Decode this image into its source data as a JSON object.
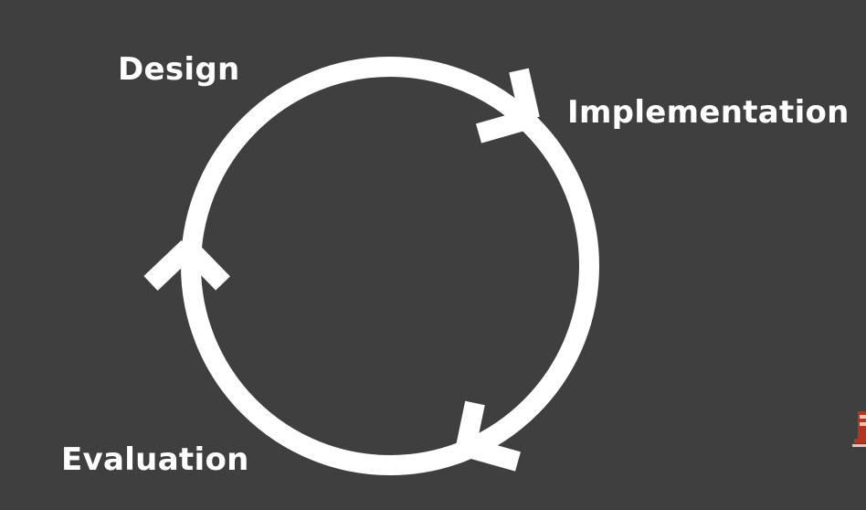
{
  "diagram": {
    "stages": [
      {
        "label": "Design"
      },
      {
        "label": "Implementation"
      },
      {
        "label": "Evaluation"
      }
    ],
    "colors": {
      "background": "#3f3f3f",
      "foreground": "#ffffff",
      "logo_accent": "#b5341f"
    },
    "icons": {
      "arrowheads": "chevron-arrow-icon",
      "corner_logo": "logo-icon"
    }
  }
}
